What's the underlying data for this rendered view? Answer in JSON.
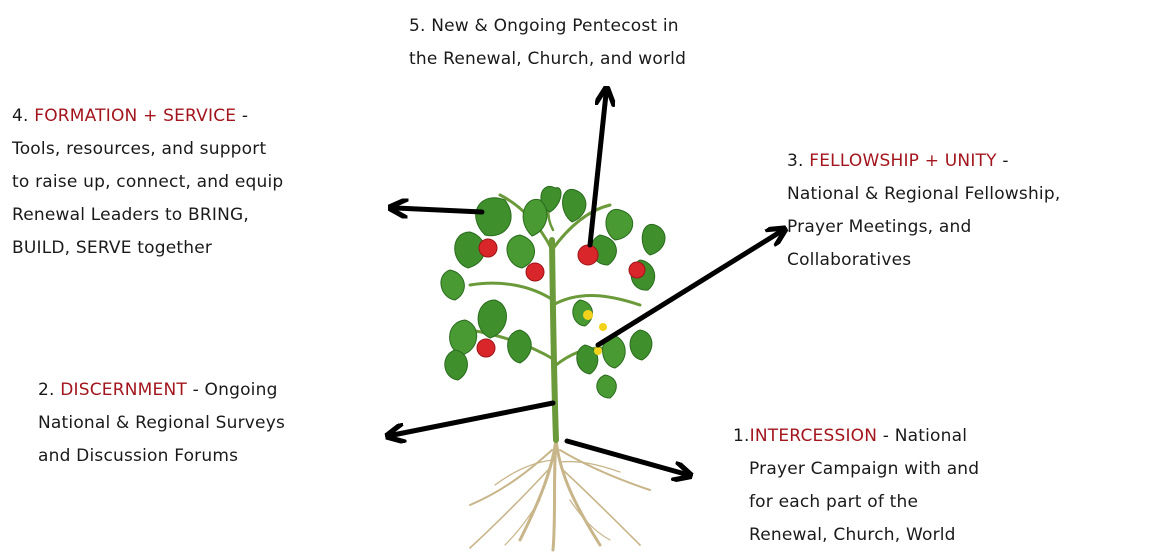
{
  "colors": {
    "accent": "#a3151d",
    "text": "#1a1a1a",
    "arrow": "#000000",
    "leaf": "#3f8f2c",
    "leaf_dark": "#2a6b1e",
    "stem": "#6b9a3a",
    "tomato": "#d9262b",
    "root": "#c8b58a",
    "flower": "#f2d21b"
  },
  "items": {
    "item5": {
      "lines": [
        "5. New & Ongoing Pentecost in",
        "the Renewal, Church, and world"
      ]
    },
    "item4": {
      "number": "4.",
      "heading": "FORMATION + SERVICE",
      "sep": "-",
      "lines": [
        "Tools, resources, and support",
        "to raise up, connect, and equip",
        "Renewal Leaders to BRING,",
        "BUILD, SERVE together"
      ]
    },
    "item3": {
      "number": "3.",
      "heading": "FELLOWSHIP + UNITY",
      "sep": "-",
      "lines": [
        "National & Regional Fellowship,",
        "Prayer Meetings, and",
        "Collaboratives"
      ]
    },
    "item2": {
      "number": "2.",
      "heading": "DISCERNMENT",
      "rest": "- Ongoing",
      "lines": [
        "National & Regional Surveys",
        "and Discussion Forums"
      ]
    },
    "item1": {
      "number": "1.",
      "heading": "INTERCESSION",
      "rest": "- National",
      "lines": [
        "Prayer Campaign with and",
        "for each part of the",
        "Renewal, Church, World"
      ]
    }
  }
}
